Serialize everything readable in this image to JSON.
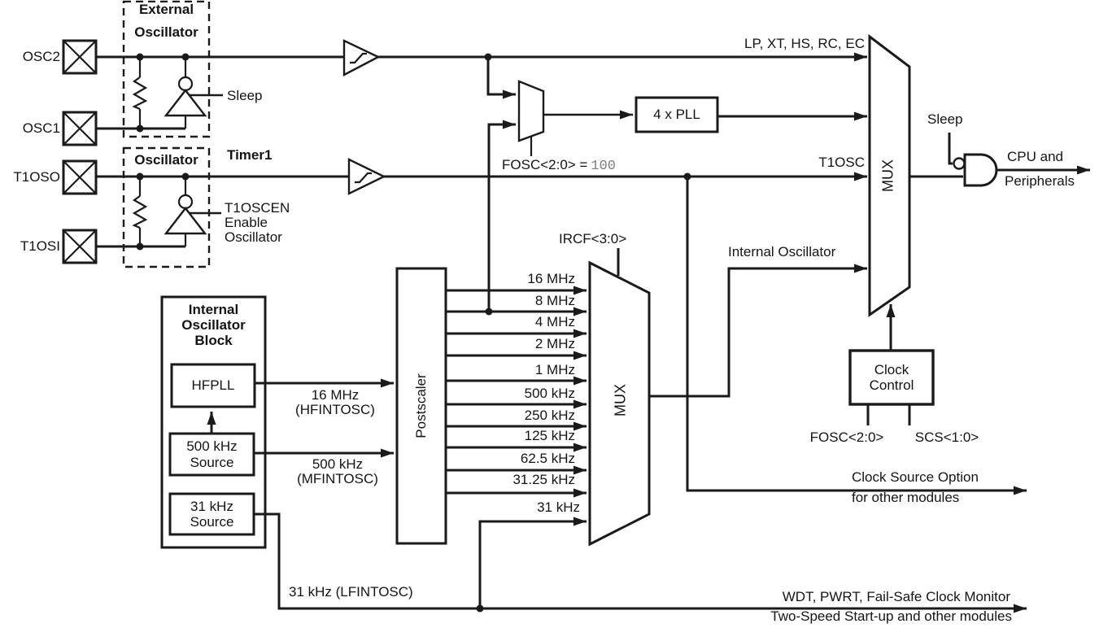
{
  "pins": {
    "osc2": "OSC2",
    "osc1": "OSC1",
    "t1oso": "T1OSO",
    "t1osi": "T1OSI"
  },
  "external_oscillator": {
    "title1": "External",
    "title2": "Oscillator",
    "sleep": "Sleep"
  },
  "timer1_oscillator": {
    "title": "Oscillator",
    "timer1": "Timer1",
    "enable1": "T1OSCEN",
    "enable2": "Enable",
    "enable3": "Oscillator"
  },
  "top_path": {
    "modes": "LP, XT, HS, RC, EC",
    "pll": "4 x PLL",
    "fosc_label": "FOSC<2:0> =",
    "fosc_value": "100",
    "t1osc": "T1OSC"
  },
  "system_mux": {
    "label": "MUX",
    "sleep": "Sleep",
    "cpu1": "CPU and",
    "cpu2": "Peripherals"
  },
  "internal_block": {
    "title1": "Internal",
    "title2": "Oscillator",
    "title3": "Block",
    "hfpll": "HFPLL",
    "src500_1": "500 kHz",
    "src500_2": "Source",
    "src31_1": "31 kHz",
    "src31_2": "Source"
  },
  "source_labels": {
    "hf1": "16 MHz",
    "hf2": "(HFINTOSC)",
    "mf1": "500 kHz",
    "mf2": "(MFINTOSC)",
    "lf": "31 kHz (LFINTOSC)"
  },
  "postscaler": {
    "label": "Postscaler"
  },
  "freq_mux": {
    "label": "MUX",
    "select": "IRCF<3:0>",
    "outputs": [
      "16 MHz",
      "8 MHz",
      "4 MHz",
      "2 MHz",
      "1 MHz",
      "500 kHz",
      "250 kHz",
      "125 kHz",
      "62.5 kHz",
      "31.25 kHz",
      "31 kHz"
    ]
  },
  "clock_control": {
    "line1": "Clock",
    "line2": "Control",
    "fosc": "FOSC<2:0>",
    "scs": "SCS<1:0>",
    "internal_osc": "Internal Oscillator"
  },
  "outputs": {
    "clock_source1": "Clock Source Option",
    "clock_source2": "for other modules",
    "wdt": "WDT, PWRT, Fail-Safe Clock Monitor",
    "two_speed": "Two-Speed Start-up and other modules"
  },
  "colors": {
    "ink": "#1a1a1a",
    "fosc_value_gray": "#7d7d7d"
  }
}
